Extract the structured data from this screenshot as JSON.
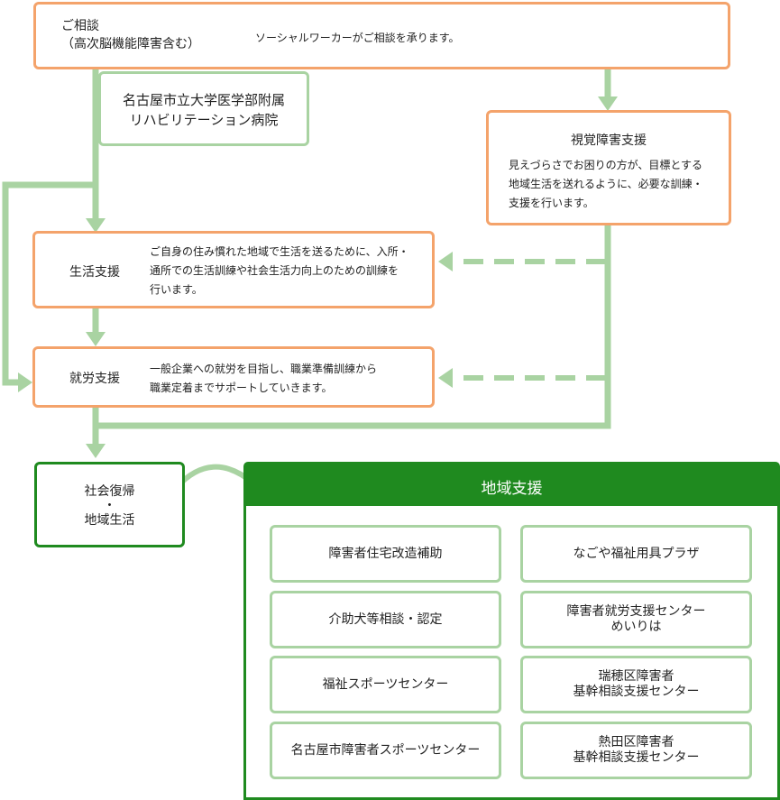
{
  "consult": {
    "title": "ご相談\n（高次脳機能障害含む）",
    "desc": "ソーシャルワーカーがご相談を承ります。"
  },
  "hospital": {
    "name": "名古屋市立大学医学部附属\nリハビリテーション病院"
  },
  "visual": {
    "title": "視覚障害支援",
    "desc": "見えづらさでお困りの方が、目標とする\n地域生活を送れるように、必要な訓練・\n支援を行います。"
  },
  "life": {
    "title": "生活支援",
    "desc": "ご自身の住み慣れた地域で生活を送るために、入所・\n通所での生活訓練や社会生活力向上のための訓練を\n行います。"
  },
  "work": {
    "title": "就労支援",
    "desc": "一般企業への就労を目指し、職業準備訓練から\n職業定着までサポートしていきます。"
  },
  "return": {
    "label": "社会復帰\n・\n地域生活"
  },
  "community": {
    "title": "地域支援",
    "items": [
      "障害者住宅改造補助",
      "なごや福祉用具プラザ",
      "介助犬等相談・認定",
      "障害者就労支援センター\nめいりは",
      "福祉スポーツセンター",
      "瑞穂区障害者\n基幹相談支援センター",
      "名古屋市障害者スポーツセンター",
      "熱田区障害者\n基幹相談支援センター"
    ]
  },
  "colors": {
    "orange": "#f4a36b",
    "light_green": "#a9d3a2",
    "dark_green": "#1f8a1f"
  }
}
